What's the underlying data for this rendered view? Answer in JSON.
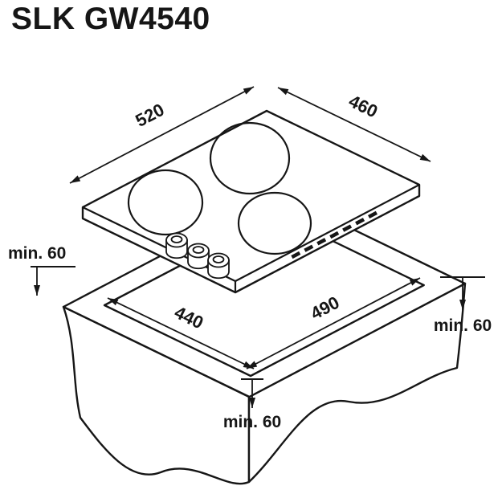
{
  "title": "SLK GW4540",
  "hob": {
    "width_label": "520",
    "depth_label": "460"
  },
  "cutout": {
    "depth_label": "440",
    "width_label": "490"
  },
  "clearance": {
    "left_label": "min. 60",
    "right_label": "min. 60",
    "bottom_label": "min. 60"
  },
  "colors": {
    "line": "#161616",
    "background": "#ffffff"
  }
}
